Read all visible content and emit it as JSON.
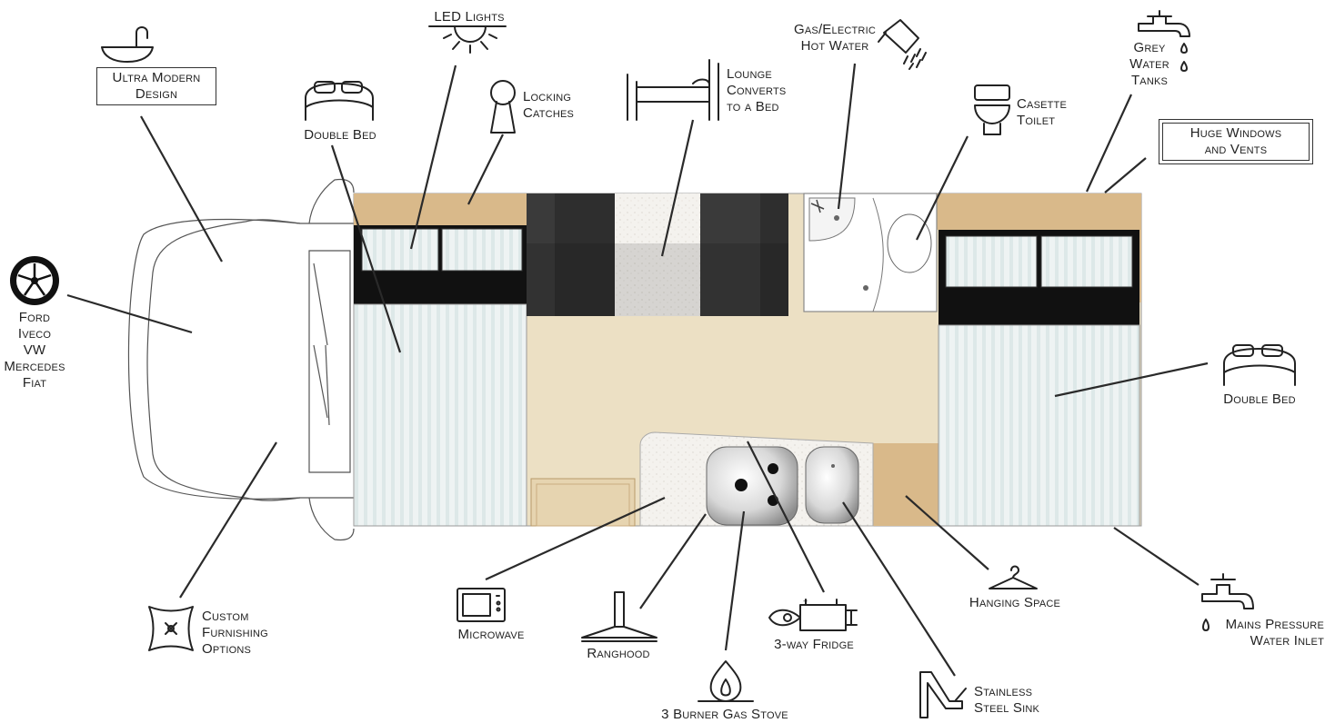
{
  "labels": {
    "ultra_modern": [
      "Ultra Modern",
      "Design"
    ],
    "led_lights": [
      "LED Lights"
    ],
    "double_bed_left": [
      "Double Bed"
    ],
    "locking_catches": [
      "Locking",
      "Catches"
    ],
    "lounge": [
      "Lounge",
      "Converts",
      "to a Bed"
    ],
    "hot_water": [
      "Gas/Electric",
      "Hot Water"
    ],
    "toilet": [
      "Casette",
      "Toilet"
    ],
    "grey_water": [
      "Grey",
      "Water",
      "Tanks"
    ],
    "windows": [
      "Huge Windows",
      "and Vents"
    ],
    "vehicles": [
      "Ford",
      "Iveco",
      "VW",
      "Mercedes",
      "Fiat"
    ],
    "double_bed_right": [
      "Double Bed"
    ],
    "custom": [
      "Custom",
      "Furnishing",
      "Options"
    ],
    "microwave": [
      "Microwave"
    ],
    "rangehood": [
      "Ranghood"
    ],
    "stove": [
      "3 Burner Gas Stove"
    ],
    "fridge": [
      "3-way Fridge"
    ],
    "sink": [
      "Stainless",
      "Steel Sink"
    ],
    "hanging": [
      "Hanging Space"
    ],
    "mains": [
      "Mains Pressure",
      "Water Inlet"
    ]
  },
  "icons": [
    "sink-icon",
    "sun-icon",
    "bed-icon",
    "keyhole-icon",
    "bunk-bed-icon",
    "shower-icon",
    "toilet-icon",
    "tap-icon",
    "window-icon",
    "wheel-icon",
    "cushion-icon",
    "microwave-icon",
    "rangehood-icon",
    "flame-icon",
    "fridge-icon",
    "faucet-icon",
    "hanger-icon",
    "water-tap-icon"
  ],
  "colors": {
    "cabinet": "#d9b98a",
    "floor": "#ece0c4",
    "cushion_dark": "#333333",
    "mattress": "#eef3f3",
    "stripe": "#dbe7e7",
    "pillow_band": "#111111",
    "bench": "#f3f1ec"
  }
}
